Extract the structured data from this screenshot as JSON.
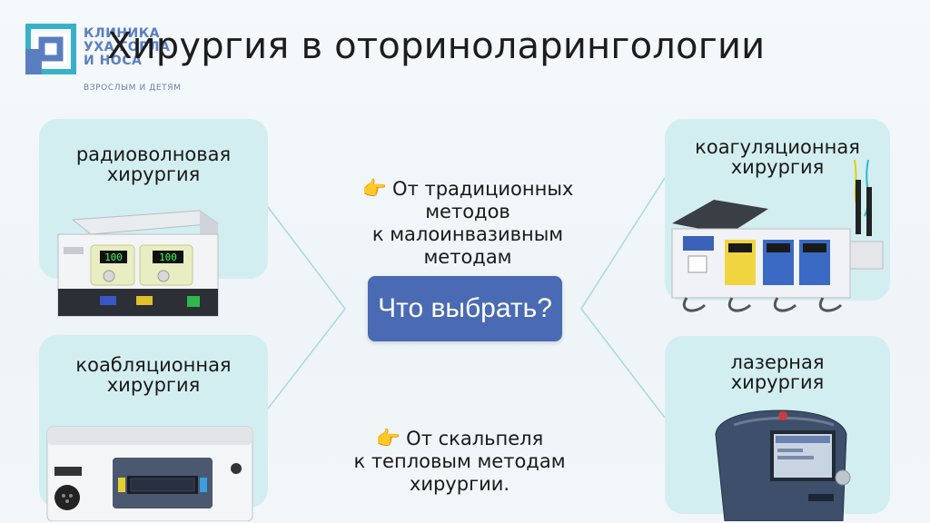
{
  "logo": {
    "line1": "КЛИНИКА",
    "line2": "УХА ГОРЛА",
    "line3": "И НОСА",
    "subtitle": "ВЗРОСЛЫМ И ДЕТЯМ",
    "colors": {
      "primary": "#5a7fc0",
      "accent": "#3ab0c8"
    }
  },
  "title": "Хирургия в оториноларингологии",
  "cards": {
    "radio": {
      "line1": "радиоволновая",
      "line2": "хирургия",
      "display1": "100",
      "display2": "100"
    },
    "coablation": {
      "line1": "коабляционная",
      "line2": "хирургия"
    },
    "coagulation": {
      "line1": "коагуляционная",
      "line2": "хирургия"
    },
    "laser": {
      "line1": "лазерная",
      "line2": "хирургия"
    }
  },
  "center_button": {
    "label": "Что выбрать?"
  },
  "text_top": {
    "icon": "pointing-hand-icon",
    "line1": "От традиционных",
    "line2": "методов",
    "line3": "к малоинвазивным",
    "line4": "методам"
  },
  "text_bottom": {
    "icon": "pointing-hand-icon",
    "line1": "От скальпеля",
    "line2": "к тепловым методам",
    "line3": "хирургии."
  },
  "colors": {
    "card_bg": "#d3eef0",
    "button_bg": "#4a6ab4",
    "line": "#a8d9e0"
  }
}
